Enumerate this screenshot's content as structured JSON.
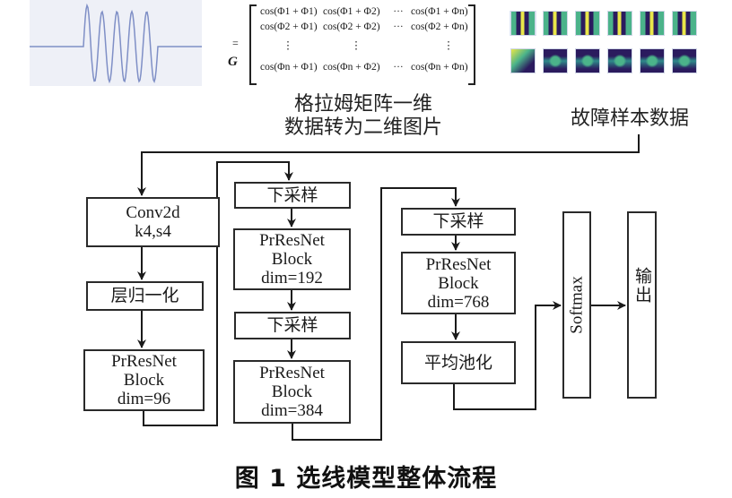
{
  "header_images": {
    "waveform": {
      "description": "one-dimensional fault signal waveform",
      "line_color": "#7f8fc6",
      "background": "#eef0f7"
    },
    "matrix": {
      "symbol": "G",
      "equals": "=",
      "rows": [
        [
          "cos(Φ1 + Φ1)",
          "cos(Φ1 + Φ2)",
          "···",
          "cos(Φ1 + Φn)"
        ],
        [
          "cos(Φ2 + Φ1)",
          "cos(Φ2 + Φ2)",
          "···",
          "cos(Φ2 + Φn)"
        ],
        [
          "⋮",
          "⋮",
          "",
          "⋮"
        ],
        [
          "cos(Φn + Φ1)",
          "cos(Φn + Φ2)",
          "···",
          "cos(Φn + Φn)"
        ]
      ]
    },
    "thumbnails": {
      "row1": [
        "thumb",
        "thumb",
        "thumb",
        "thumb",
        "thumb",
        "thumb"
      ],
      "row2": [
        "thumb",
        "thumb",
        "thumb",
        "thumb",
        "thumb",
        "thumb"
      ],
      "colors": {
        "dark": "#2b1b5e",
        "mid": "#2f8a8a",
        "light": "#e8e64a",
        "teal": "#4bb38a"
      }
    }
  },
  "labels": {
    "gram_line1": "格拉姆矩阵一维",
    "gram_line2": "数据转为二维图片",
    "fault_data": "故障样本数据"
  },
  "flow": {
    "conv": "Conv2d\nk4,s4",
    "layernorm": "层归一化",
    "block96": "PrResNet\nBlock\ndim=96",
    "down1": "下采样",
    "block192": "PrResNet\nBlock\ndim=192",
    "down2": "下采样",
    "block384": "PrResNet\nBlock\ndim=384",
    "down3": "下采样",
    "block768": "PrResNet\nBlock\ndim=768",
    "avgpool": "平均池化",
    "softmax": "Softmax",
    "output": "输出"
  },
  "caption": "图 1  选线模型整体流程"
}
